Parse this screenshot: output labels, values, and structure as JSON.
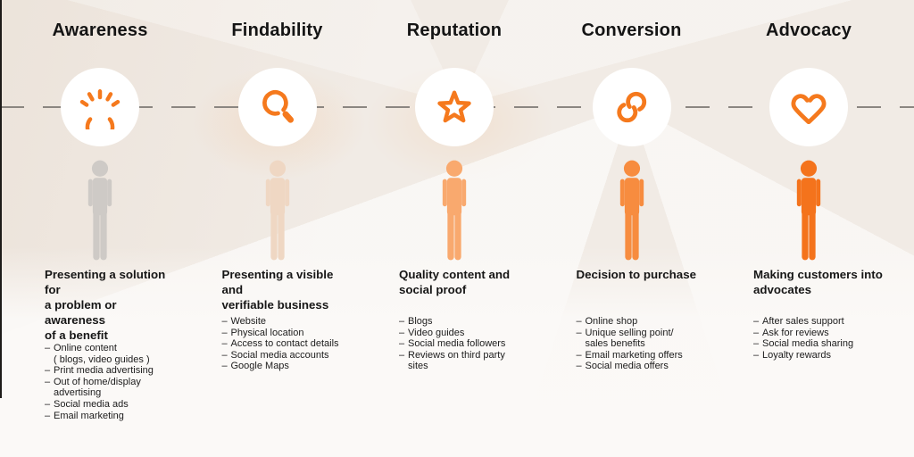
{
  "theme": {
    "accent": "#f5791d",
    "background_beige": "#f1ebe5",
    "connector_dash_color": "#8b8681",
    "circle_bg": "#ffffff",
    "text_color": "#1c1c1c",
    "list_marker": "–"
  },
  "stages": [
    {
      "title": "Awareness",
      "icon": "glow-rays-icon",
      "person_color": "#cecac6",
      "heading": "Presenting a solution for\na problem or awareness\nof a benefit",
      "items": [
        "Online content\n( blogs, video guides )",
        "Print media advertising",
        "Out of home/display\nadvertising",
        "Social media ads",
        "Email marketing"
      ]
    },
    {
      "title": "Findability",
      "icon": "magnifier-icon",
      "person_color": "#efd7c3",
      "heading": "Presenting a visible and\nverifiable business",
      "items": [
        "Website",
        "Physical location",
        "Access to contact details",
        "Social media accounts",
        "Google Maps"
      ]
    },
    {
      "title": "Reputation",
      "icon": "star-icon",
      "person_color": "#f9a96e",
      "heading": "Quality content and\nsocial proof",
      "items": [
        "Blogs",
        "Video guides",
        "Social media followers",
        "Reviews on third party\nsites"
      ]
    },
    {
      "title": "Conversion",
      "icon": "interlocked-rings-icon",
      "person_color": "#f78c3f",
      "heading": "Decision to purchase",
      "items": [
        "Online shop",
        "Unique selling point/\nsales benefits",
        "Email marketing offers",
        "Social media offers"
      ]
    },
    {
      "title": "Advocacy",
      "icon": "heart-icon",
      "person_color": "#f4731c",
      "heading": "Making customers into\nadvocates",
      "items": [
        "After sales support",
        "Ask for reviews",
        "Social media sharing",
        "Loyalty rewards"
      ]
    }
  ]
}
